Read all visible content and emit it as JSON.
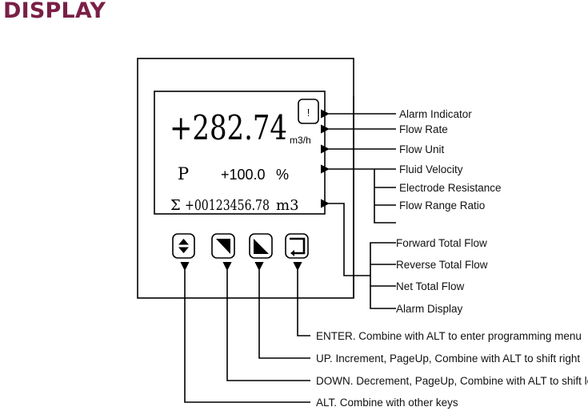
{
  "title": "DISPLAY",
  "colors": {
    "title": "#7a1f46",
    "lines": "#000000"
  },
  "screen": {
    "flow_rate": "+282.74",
    "flow_unit": "m3/h",
    "alarm_symbol": "!",
    "mode_letter": "P",
    "percent_value": "+100.0",
    "percent_unit": "%",
    "sigma": "Σ",
    "total_value": "+00123456.78",
    "total_unit": "m3"
  },
  "buttons": [
    {
      "name": "alt",
      "icon": "up-down-triangles-icon"
    },
    {
      "name": "down",
      "icon": "down-triangle-icon"
    },
    {
      "name": "up",
      "icon": "up-triangle-icon"
    },
    {
      "name": "enter",
      "icon": "enter-return-icon"
    }
  ],
  "right_labels": {
    "alarm_indicator": "Alarm Indicator",
    "flow_rate": "Flow Rate",
    "flow_unit": "Flow Unit",
    "line3_group": [
      "Fluid Velocity",
      "Electrode Resistance",
      "Flow Range Ratio",
      ""
    ],
    "total_group": [
      "Forward Total Flow",
      "Reverse Total Flow",
      "Net Total Flow",
      "Alarm Display"
    ]
  },
  "key_labels": {
    "enter": "ENTER. Combine with ALT to enter programming menu",
    "up": "UP. Increment, PageUp, Combine with ALT to shift right",
    "down": "DOWN. Decrement, PageUp, Combine with ALT to shift left",
    "alt": "ALT. Combine with other keys"
  }
}
